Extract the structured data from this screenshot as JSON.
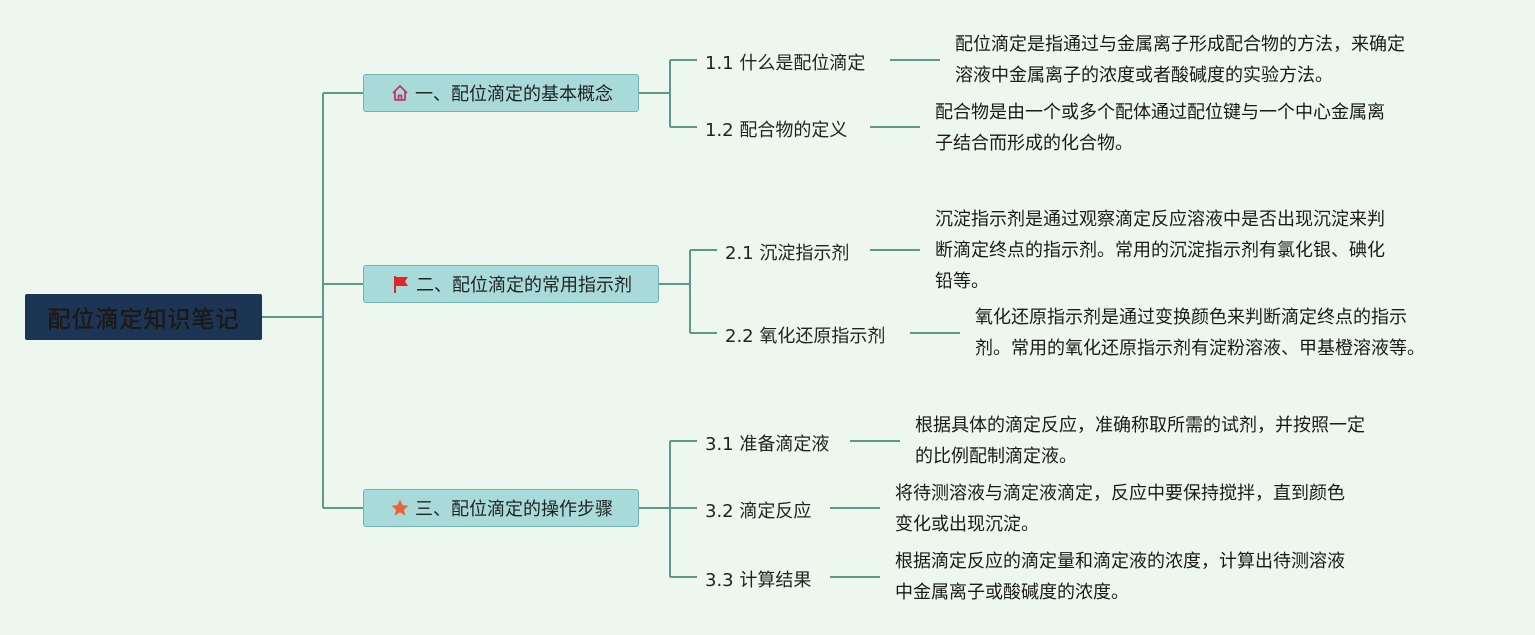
{
  "root": {
    "title": "配位滴定知识笔记"
  },
  "branches": [
    {
      "label": "一、配位滴定的基本概念",
      "icon": "home-icon",
      "children": [
        {
          "label": "1.1 什么是配位滴定",
          "desc": [
            "配位滴定是指通过与金属离子形成配合物的方法，来确定",
            "溶液中金属离子的浓度或者酸碱度的实验方法。"
          ]
        },
        {
          "label": "1.2 配合物的定义",
          "desc": [
            "配合物是由一个或多个配体通过配位键与一个中心金属离",
            "子结合而形成的化合物。"
          ]
        }
      ]
    },
    {
      "label": "二、配位滴定的常用指示剂",
      "icon": "flag-icon",
      "children": [
        {
          "label": "2.1 沉淀指示剂",
          "desc": [
            "沉淀指示剂是通过观察滴定反应溶液中是否出现沉淀来判",
            "断滴定终点的指示剂。常用的沉淀指示剂有氯化银、碘化",
            "铅等。"
          ]
        },
        {
          "label": "2.2 氧化还原指示剂",
          "desc": [
            "氧化还原指示剂是通过变换颜色来判断滴定终点的指示",
            "剂。常用的氧化还原指示剂有淀粉溶液、甲基橙溶液等。"
          ]
        }
      ]
    },
    {
      "label": "三、配位滴定的操作步骤",
      "icon": "star-icon",
      "children": [
        {
          "label": "3.1 准备滴定液",
          "desc": [
            "根据具体的滴定反应，准确称取所需的试剂，并按照一定",
            "的比例配制滴定液。"
          ]
        },
        {
          "label": "3.2 滴定反应",
          "desc": [
            "将待测溶液与滴定液滴定，反应中要保持搅拌，直到颜色",
            "变化或出现沉淀。"
          ]
        },
        {
          "label": "3.3 计算结果",
          "desc": [
            "根据滴定反应的滴定量和滴定液的浓度，计算出待测溶液",
            "中金属离子或酸碱度的浓度。"
          ]
        }
      ]
    }
  ],
  "colors": {
    "background": "#eef7ee",
    "root_fill": "#1c3555",
    "branch_fill": "#a8dada",
    "connector": "#5a9a8a"
  }
}
